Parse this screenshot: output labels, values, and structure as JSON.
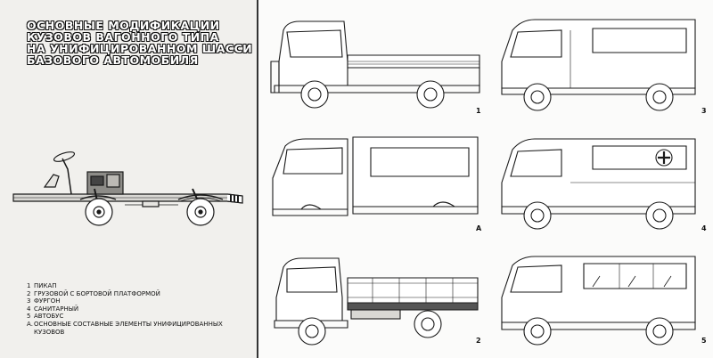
{
  "title_lines": [
    "ОСНОВНЫЕ МОДИФИКАЦИИ",
    "КУЗОВОВ ВАГОННОГО ТИПА",
    "НА УНИФИЦИРОВАННОМ ШАССИ",
    "БАЗОВОГО АВТОМОБИЛЯ"
  ],
  "legend": [
    {
      "num": "1",
      "text": "ПИКАП"
    },
    {
      "num": "2",
      "text": "ГРУЗОВОЙ С БОРТОВОЙ ПЛАТФОРМОЙ"
    },
    {
      "num": "3",
      "text": "ФУРГОН"
    },
    {
      "num": "4",
      "text": "САНИТАРНЫЙ"
    },
    {
      "num": "5",
      "text": "АВТОБУС"
    },
    {
      "num": "А.",
      "text": "ОСНОВНЫЕ СОСТАВНЫЕ ЭЛЕМЕНТЫ УНИФИЦИРОВАННЫХ КУЗОВОВ"
    }
  ],
  "figure_labels": {
    "pickup": "1",
    "flatbed": "2",
    "van": "3",
    "ambulance": "4",
    "bus": "5",
    "elements": "А"
  },
  "colors": {
    "ink": "#1a1a1a",
    "paper_left": "#f1f0ed",
    "paper_right": "#fbfbfa"
  }
}
